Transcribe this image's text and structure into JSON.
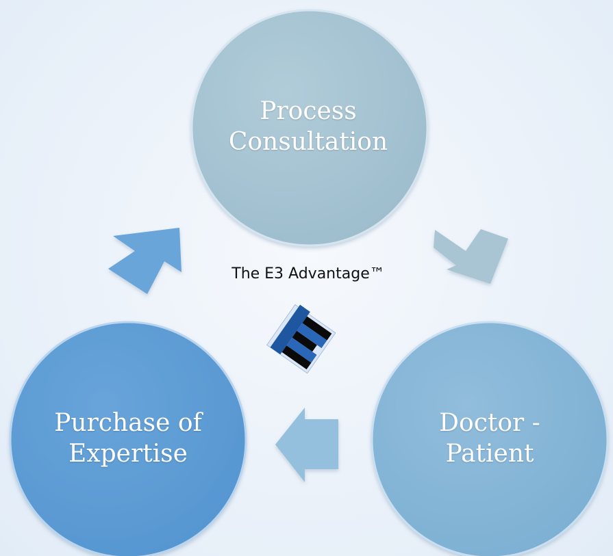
{
  "diagram": {
    "center_title": "The E3 Advantage™",
    "nodes": [
      {
        "id": "process",
        "label": "Process\nConsultation",
        "color": "#a6c4d3"
      },
      {
        "id": "doctor",
        "label": "Doctor -\nPatient",
        "color": "#86b5d6"
      },
      {
        "id": "purchase",
        "label": "Purchase of\nExpertise",
        "color": "#5b9bd4"
      }
    ],
    "cycle": [
      "process",
      "doctor",
      "purchase",
      "process"
    ],
    "logo": {
      "name": "e3-logo-icon",
      "colors": [
        "#1e56a0",
        "#0a0a0a",
        "#dbe7f7"
      ]
    }
  }
}
